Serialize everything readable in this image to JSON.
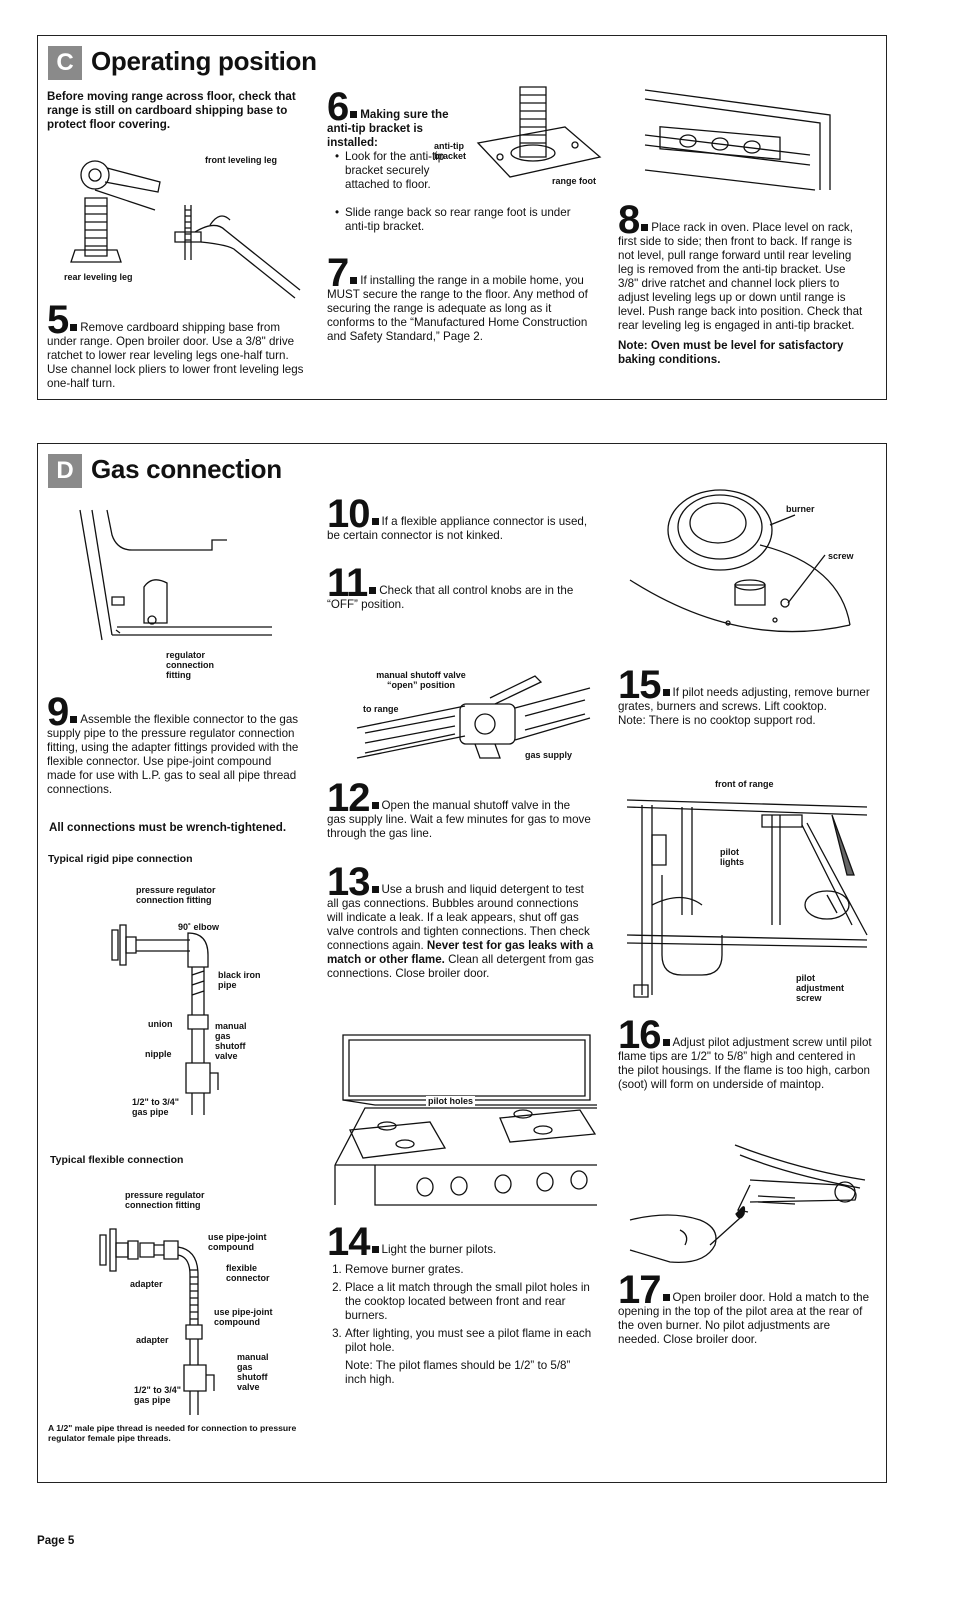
{
  "sectionC": {
    "letter": "C",
    "title": "Operating position",
    "intro": "Before moving range across floor, check that range is still on cardboard shipping base to protect floor covering.",
    "labels": {
      "front_leg": "front leveling leg",
      "rear_leg": "rear leveling leg",
      "antitip": "anti-tip bracket",
      "range_foot": "range foot"
    },
    "step5": {
      "num": "5",
      "text": "Remove cardboard shipping base from under range. Open broiler door. Use a 3/8\" drive ratchet to lower rear leveling legs one-half turn. Use channel lock pliers to lower front leveling legs one-half turn."
    },
    "step6": {
      "num": "6",
      "heading": "Making sure the anti-tip bracket is installed:",
      "bullets": [
        "Look for the anti-tip bracket securely attached to floor.",
        "Slide range back so rear range foot is under anti-tip bracket."
      ]
    },
    "step7": {
      "num": "7",
      "text": "If installing the range in a mobile home, you MUST secure the range to the floor. Any method of securing the range is adequate as long as it conforms to the “Manufactured Home Construction and Safety Standard,” Page 2."
    },
    "step8": {
      "num": "8",
      "text": "Place rack in oven. Place level on rack, first side to side; then front to back. If range is not level, pull range forward until rear leveling leg is removed from the anti-tip bracket. Use 3/8\" drive ratchet and channel lock pliers to adjust leveling legs up or down until range is level. Push range back into position. Check that rear leveling leg is engaged in anti-tip bracket.",
      "note": "Note: Oven must be level for satisfactory baking conditions."
    }
  },
  "sectionD": {
    "letter": "D",
    "title": "Gas connection",
    "labels": {
      "regulator": "regulator connection fitting",
      "valve_open": "manual shutoff valve “open” position",
      "to_range": "to range",
      "gas_supply": "gas supply",
      "burner": "burner",
      "screw": "screw",
      "front_of_range": "front of range",
      "pilot_lights": "pilot lights",
      "pilot_screw": "pilot adjustment screw",
      "pilot_holes": "pilot holes"
    },
    "step9": {
      "num": "9",
      "text": "Assemble the flexible connector to the gas supply pipe to the pressure regulator connection fitting, using the adapter fittings provided with the flexible connector. Use pipe-joint compound made for use with L.P. gas to seal all pipe thread connections."
    },
    "wrench_note": "All connections must be wrench-tightened.",
    "rigid": {
      "title": "Typical rigid pipe connection",
      "pressure_reg": "pressure regulator connection fitting",
      "elbow": "90˚ elbow",
      "black_iron": "black iron pipe",
      "union": "union",
      "nipple": "nipple",
      "valve": "manual gas shutoff valve",
      "gas_pipe": "1/2\" to 3/4\" gas pipe"
    },
    "flexible": {
      "title": "Typical flexible connection",
      "pressure_reg": "pressure regulator connection fitting",
      "compound1": "use pipe-joint compound",
      "adapter1": "adapter",
      "connector": "flexible connector",
      "compound2": "use pipe-joint compound",
      "adapter2": "adapter",
      "valve": "manual gas shutoff valve",
      "gas_pipe": "1/2\" to 3/4\" gas pipe"
    },
    "male_note": "A 1/2\" male pipe thread is needed for connection to pressure regulator female pipe threads.",
    "step10": {
      "num": "10",
      "text": "If a flexible appliance connector is used, be certain connector is not kinked."
    },
    "step11": {
      "num": "11",
      "text": "Check that all control knobs are in the “OFF” position."
    },
    "step12": {
      "num": "12",
      "text": "Open the manual shutoff valve in the gas supply line. Wait a few minutes for gas to move through the gas line."
    },
    "step13": {
      "num": "13",
      "text": "Use a brush and liquid detergent to test all gas connections. Bubbles around connections will indicate a leak. If a leak appears, shut off gas valve controls and tighten connections. Then check connections again.",
      "bold": "Never test for gas leaks with a match or other flame.",
      "text2": "Clean all detergent from gas connections. Close broiler door."
    },
    "step14": {
      "num": "14",
      "text": "Light the burner pilots.",
      "items": [
        "Remove burner grates.",
        "Place a lit match through the small pilot holes in the cooktop located between front and rear burners.",
        "After lighting, you must see a pilot flame in each pilot hole."
      ],
      "note": "Note: The pilot flames should be 1/2” to 5/8” inch high."
    },
    "step15": {
      "num": "15",
      "text": "If pilot needs adjusting, remove burner grates, burners and screws. Lift cooktop.",
      "note": "Note: There is no cooktop support rod."
    },
    "step16": {
      "num": "16",
      "text": "Adjust pilot adjustment screw until pilot flame tips are 1/2\" to 5/8” high and centered in the pilot housings. If the flame is too high, carbon (soot) will form on underside of maintop."
    },
    "step17": {
      "num": "17",
      "text": "Open broiler door. Hold a match to the opening in the top of the pilot area at the rear of the oven burner. No pilot adjustments are needed. Close broiler door."
    }
  },
  "footer": {
    "page": "Page 5"
  }
}
